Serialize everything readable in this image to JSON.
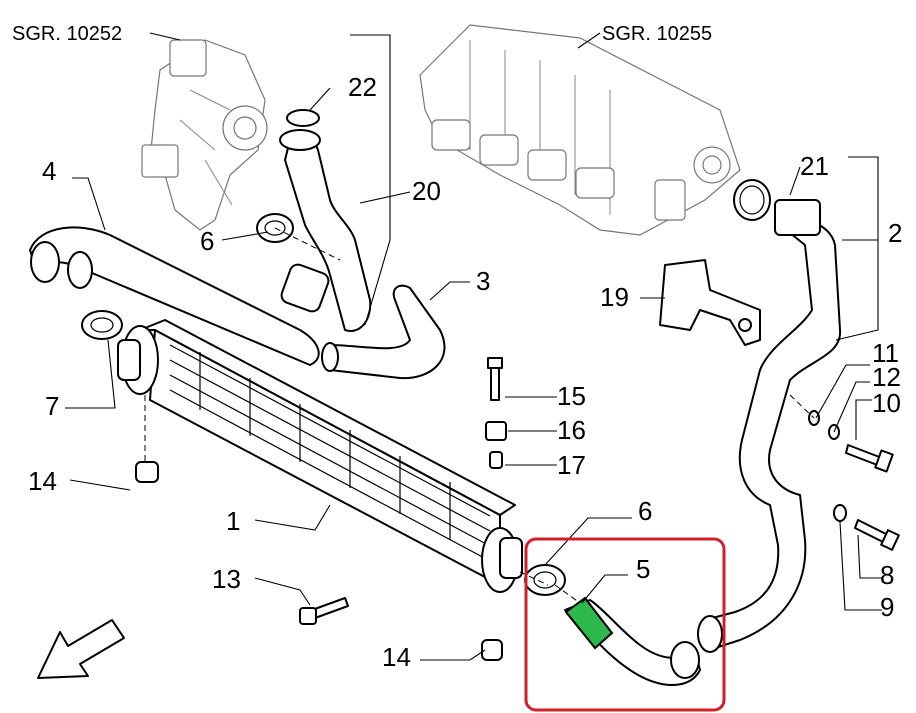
{
  "references": {
    "turbo_ref": "SGR. 10252",
    "manifold_ref": "SGR. 10255"
  },
  "callouts": {
    "c1": "1",
    "c2": "2",
    "c3": "3",
    "c4": "4",
    "c5": "5",
    "c6a": "6",
    "c6b": "6",
    "c7": "7",
    "c8": "8",
    "c9": "9",
    "c10": "10",
    "c11": "11",
    "c12": "12",
    "c13": "13",
    "c14a": "14",
    "c14b": "14",
    "c15": "15",
    "c16": "16",
    "c17": "17",
    "c19": "19",
    "c20": "20",
    "c21": "21",
    "c22": "22"
  },
  "highlight": {
    "part": "5",
    "part_fill_color": "#2db84b",
    "box_color": "#d11f2a"
  },
  "icons": {
    "direction_arrow": "front-direction-arrow-icon"
  }
}
